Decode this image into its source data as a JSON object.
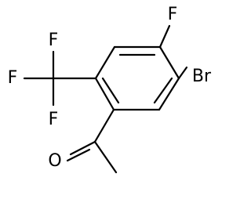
{
  "molecule": {
    "atoms": {
      "fluoro_top": "F",
      "bromo": "Br",
      "cf3_f_top": "F",
      "cf3_f_left": "F",
      "cf3_f_bottom": "F",
      "carbonyl_oxygen": "O"
    }
  }
}
